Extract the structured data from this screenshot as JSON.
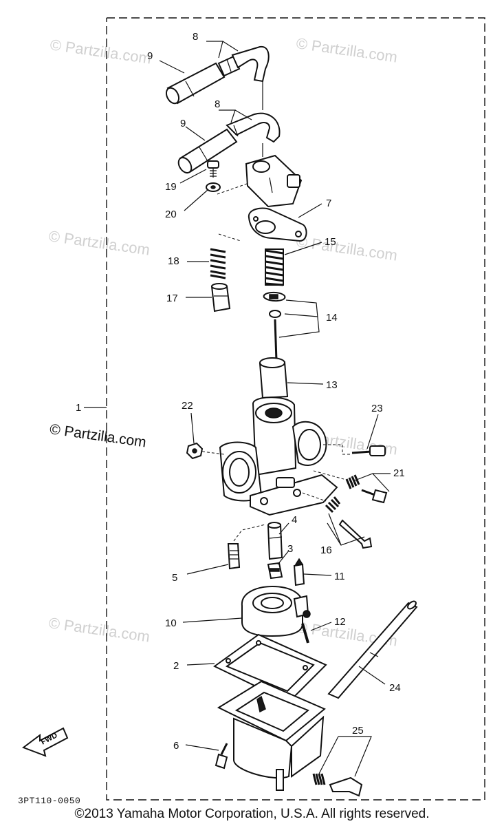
{
  "diagram": {
    "drawing_code": "3PT110-0050",
    "copyright": "©2013  Yamaha Motor Corporation, U.S.A. All rights reserved.",
    "watermark_main": "© Partzilla.com",
    "watermark_faint": "© Partzilla.com",
    "front_arrow_label": "FWD",
    "assembly_number": "1",
    "callouts": {
      "n2": "2",
      "n3": "3",
      "n4": "4",
      "n5": "5",
      "n6": "6",
      "n7": "7",
      "n8a": "8",
      "n8b": "8",
      "n9a": "9",
      "n9b": "9",
      "n10": "10",
      "n11": "11",
      "n12": "12",
      "n13": "13",
      "n14": "14",
      "n15": "15",
      "n16": "16",
      "n17": "17",
      "n18": "18",
      "n19": "19",
      "n20": "20",
      "n21": "21",
      "n22": "22",
      "n23": "23",
      "n24": "24",
      "n25": "25"
    }
  }
}
